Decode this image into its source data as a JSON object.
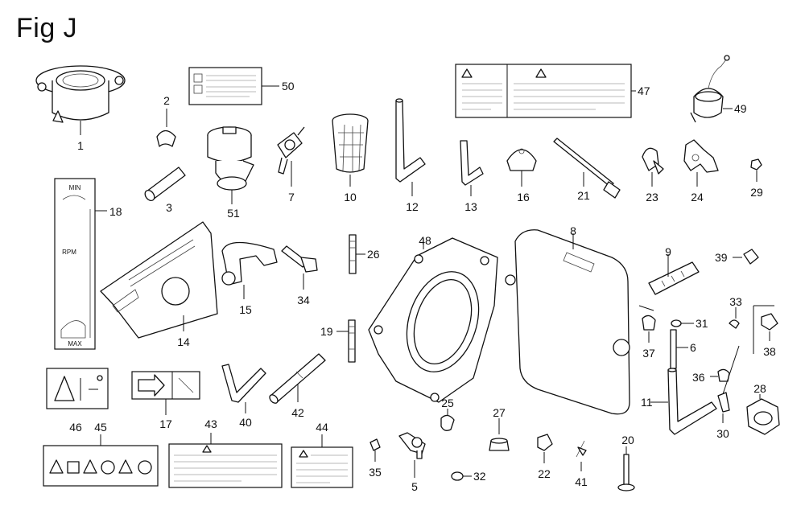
{
  "figure": {
    "title": "Fig J"
  },
  "labels": {
    "tach_min": "MIN",
    "tach_rpm": "RPM",
    "tach_max": "MAX"
  },
  "callouts": [
    "1",
    "2",
    "3",
    "5",
    "6",
    "7",
    "8",
    "9",
    "10",
    "11",
    "12",
    "13",
    "14",
    "15",
    "16",
    "17",
    "18",
    "19",
    "20",
    "21",
    "22",
    "23",
    "24",
    "25",
    "26",
    "27",
    "28",
    "29",
    "30",
    "31",
    "32",
    "33",
    "34",
    "35",
    "36",
    "37",
    "38",
    "39",
    "40",
    "41",
    "42",
    "43",
    "44",
    "45",
    "46",
    "47",
    "48",
    "49",
    "50",
    "51"
  ],
  "colors": {
    "ink": "#111111",
    "paper": "#ffffff",
    "hatch": "#777777"
  }
}
